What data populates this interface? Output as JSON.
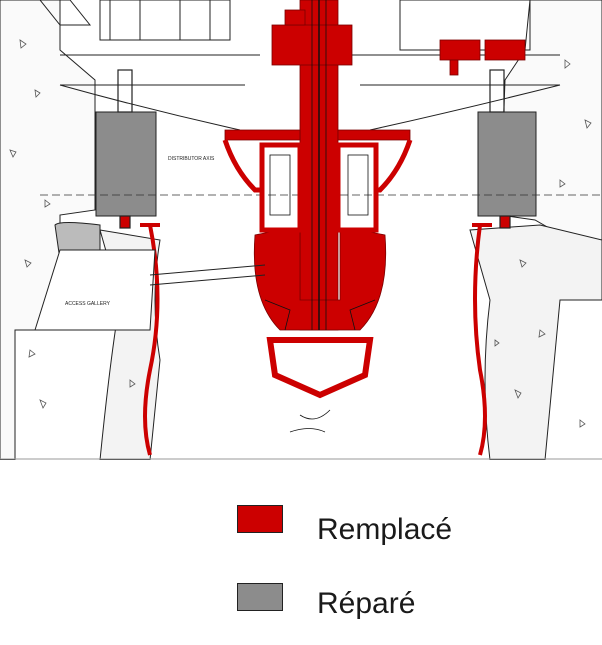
{
  "colors": {
    "replaced": "#cc0000",
    "repaired": "#8c8c8c",
    "outline": "#111111",
    "concrete_dots": "#555555"
  },
  "legend": [
    {
      "label": "Remplacé",
      "color": "#cc0000"
    },
    {
      "label": "Réparé",
      "color": "#8c8c8c"
    }
  ],
  "drawing": {
    "labels": {
      "access_gallery": "ACCESS GALLERY",
      "distributor_axis": "DISTRIBUTOR AXIS"
    }
  }
}
